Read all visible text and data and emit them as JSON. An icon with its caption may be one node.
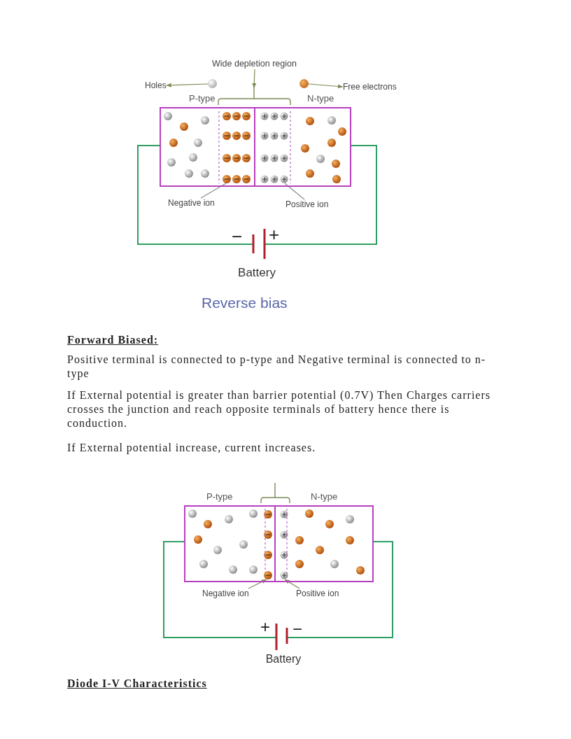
{
  "diagram": {
    "nodes": [
      {
        "text": [
          "Wide depletion region"
        ]
      },
      {
        "text": [
          "Holes"
        ]
      },
      {
        "text": [],
        "shape": "circle"
      },
      {
        "text": [],
        "shape": "circle"
      },
      {
        "text": [
          "Free electrons"
        ]
      },
      {
        "text": [
          "P-type"
        ]
      },
      {
        "text": [
          "N-type"
        ]
      },
      {
        "text": [
          "Negative ion"
        ]
      },
      {
        "text": [
          "Positive ion"
        ]
      },
      {
        "text": [
          "−",
          "+",
          "Battery"
        ]
      },
      {
        "text": [
          "P-type"
        ]
      },
      {
        "text": [
          "N-type"
        ]
      },
      {
        "text": [
          "Negative ion"
        ]
      },
      {
        "text": [
          "Positive ion"
        ]
      },
      {
        "text": [
          "+",
          "−",
          "Battery"
        ]
      },
      {
        "text": [],
        "shape": "bracket"
      },
      {
        "text": [],
        "shape": "circle",
        "in": 5
      },
      {
        "text": [],
        "shape": "circle",
        "in": 6
      },
      {
        "text": [],
        "shape": "bracket"
      },
      {
        "text": [],
        "shape": "circle",
        "in": 10
      },
      {
        "text": [],
        "shape": "circle",
        "in": 11
      }
    ],
    "edges": [
      {
        "from": 0,
        "to": 15,
        "arrow": "to",
        "color": "#7a8a55"
      },
      {
        "from": 2,
        "to": 1,
        "arrow": "to",
        "color": "#7a8a55"
      },
      {
        "from": 3,
        "to": 4,
        "arrow": "to",
        "color": "#7a8a55"
      },
      {
        "from": 7,
        "to": 16,
        "arrow": "none",
        "color": "#8a8a8a"
      },
      {
        "from": 8,
        "to": 17,
        "arrow": "none",
        "color": "#8a8a8a"
      },
      {
        "from": 5,
        "to": 9,
        "arrow": "none",
        "color": "#2f9e63"
      },
      {
        "from": 9,
        "to": 6,
        "arrow": "none",
        "color": "#2f9e63"
      },
      {
        "from": 12,
        "to": 19,
        "arrow": "to",
        "color": "#7a8a55"
      },
      {
        "from": 13,
        "to": 20,
        "arrow": "to",
        "color": "#7a8a55"
      },
      {
        "from": 10,
        "to": 14,
        "arrow": "none",
        "color": "#2f9e63"
      },
      {
        "from": 14,
        "to": 11,
        "arrow": "none",
        "color": "#2f9e63"
      }
    ],
    "labels": [
      "Reverse bias",
      "Forward Biased:",
      "Positive terminal is connected to p-type and Negative terminal is connected to n-type",
      "If External potential is greater than barrier potential (0.7V) Then Charges carriers crosses the junction and reach opposite terminals of battery hence there is conduction.",
      "If External potential increase, current increases.",
      "Diode I-V Characteristics"
    ]
  }
}
